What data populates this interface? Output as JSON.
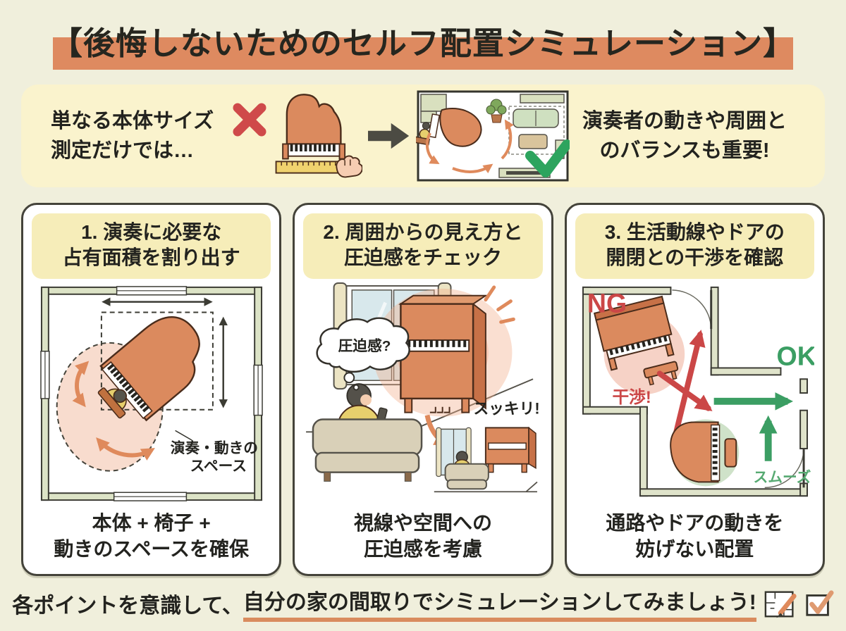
{
  "title": "【後悔しないためのセルフ配置シミュレーション】",
  "intro": {
    "left_line1": "単なる本体サイズ",
    "left_line2": "測定だけでは…",
    "right_line1": "演奏者の動きや周囲と",
    "right_line2": "のバランスも重要!"
  },
  "cards": [
    {
      "heading_line1": "1. 演奏に必要な",
      "heading_line2": "占有面積を割り出す",
      "space_label_line1": "演奏・動きの",
      "space_label_line2": "スペース",
      "caption_line1": "本体 + 椅子 +",
      "caption_line2": "動きのスペースを確保"
    },
    {
      "heading_line1": "2. 周囲からの見え方と",
      "heading_line2": "圧迫感をチェック",
      "thought_bubble": "圧迫感?",
      "result_label": "スッキリ!",
      "caption_line1": "視線や空間への",
      "caption_line2": "圧迫感を考慮"
    },
    {
      "heading_line1": "3. 生活動線やドアの",
      "heading_line2": "開閉との干渉を確認",
      "ng_label": "NG",
      "ok_label": "OK",
      "interference_label": "干渉!",
      "smooth_label": "スムーズ",
      "caption_line1": "通路やドアの動きを",
      "caption_line2": "妨げない配置"
    }
  ],
  "footer": {
    "lead": "各ポイントを意識して、",
    "underlined": "自分の家の間取りでシミュレーションしてみましょう!"
  },
  "colors": {
    "page_bg": "#F0EFDC",
    "accent_orange": "#DE8A60",
    "banner_bg": "#FAF3CD",
    "heading_bg": "#F6EDB9",
    "piano_orange": "#DB8A5E",
    "ng_red": "#CB4747",
    "ok_green": "#3B9E63",
    "wall_green": "#DCE3C6",
    "pink_area": "#F8DCCE"
  }
}
